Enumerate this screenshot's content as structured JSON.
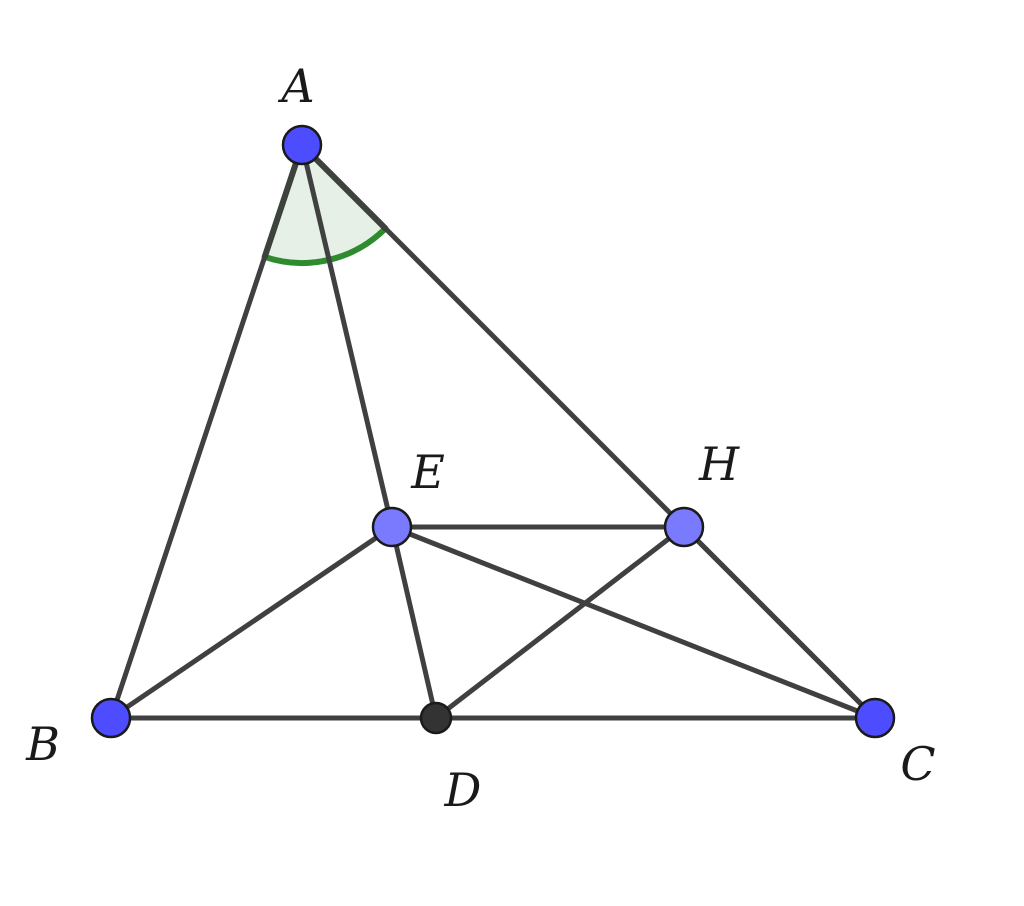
{
  "diagram": {
    "points": [
      {
        "id": "A",
        "label": "A",
        "color": "#4d4dff"
      },
      {
        "id": "B",
        "label": "B",
        "color": "#4d4dff"
      },
      {
        "id": "C",
        "label": "C",
        "color": "#4d4dff"
      },
      {
        "id": "D",
        "label": "D",
        "color": "#333333"
      },
      {
        "id": "E",
        "label": "E",
        "color": "#7a7aff"
      },
      {
        "id": "H",
        "label": "H",
        "color": "#7a7aff"
      }
    ],
    "segments": [
      [
        "A",
        "B"
      ],
      [
        "A",
        "C"
      ],
      [
        "A",
        "E"
      ],
      [
        "B",
        "C"
      ],
      [
        "B",
        "E"
      ],
      [
        "E",
        "D"
      ],
      [
        "E",
        "H"
      ],
      [
        "E",
        "C"
      ],
      [
        "D",
        "H"
      ],
      [
        "H",
        "C"
      ]
    ],
    "angle_marker": {
      "vertex": "A",
      "between": [
        "B",
        "C"
      ],
      "stroke": "#2e8b2e",
      "fill": "#e6f0e6"
    }
  }
}
